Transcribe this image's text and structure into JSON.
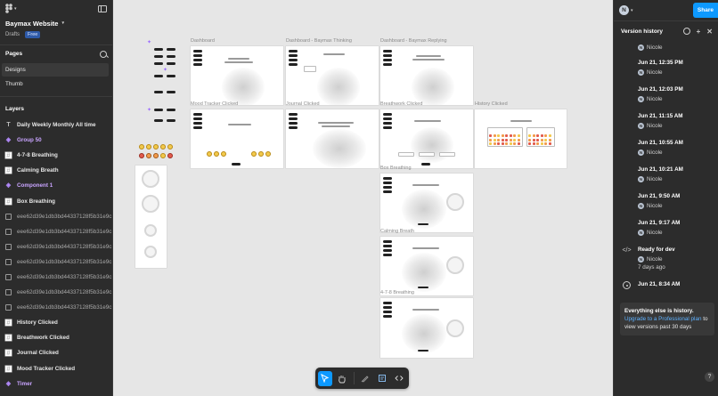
{
  "file": {
    "title": "Baymax Website",
    "location": "Drafts",
    "plan_badge": "Free"
  },
  "pages": {
    "heading": "Pages",
    "items": [
      {
        "label": "Designs",
        "active": true
      },
      {
        "label": "Thumb",
        "active": false
      }
    ]
  },
  "layers": {
    "heading": "Layers",
    "items": [
      {
        "label": "Daily Weekly Monthly All time",
        "kind": "text"
      },
      {
        "label": "Group 50",
        "kind": "component"
      },
      {
        "label": "4-7-8 Breathing",
        "kind": "frame"
      },
      {
        "label": "Calming Breath",
        "kind": "frame"
      },
      {
        "label": "Component 1",
        "kind": "component"
      },
      {
        "label": "Box Breathing",
        "kind": "frame"
      },
      {
        "label": "eee62d39e1db3bd44337128f5b31e9c",
        "kind": "image"
      },
      {
        "label": "eee62d39e1db3bd44337128f5b31e9c",
        "kind": "image"
      },
      {
        "label": "eee62d39e1db3bd44337128f5b31e9c",
        "kind": "image"
      },
      {
        "label": "eee62d39e1db3bd44337128f5b31e9c",
        "kind": "image"
      },
      {
        "label": "eee62d39e1db3bd44337128f5b31e9c",
        "kind": "image"
      },
      {
        "label": "eee62d39e1db3bd44337128f5b31e9c",
        "kind": "image"
      },
      {
        "label": "eee62d39e1db3bd44337128f5b31e9c",
        "kind": "image"
      },
      {
        "label": "History Clicked",
        "kind": "frame"
      },
      {
        "label": "Breathwork Clicked",
        "kind": "frame"
      },
      {
        "label": "Journal Clicked",
        "kind": "frame"
      },
      {
        "label": "Mood Tracker Clicked",
        "kind": "frame"
      },
      {
        "label": "Timer",
        "kind": "component"
      }
    ]
  },
  "canvas": {
    "frame_labels": {
      "dashboard": "Dashboard",
      "dashboard_thinking": "Dashboard - Baymax Thinking",
      "dashboard_replying": "Dashboard - Baymax Replying",
      "mood_tracker": "Mood Tracker Clicked",
      "journal": "Journal Clicked",
      "breathwork": "Breathwork Clicked",
      "history": "History Clicked",
      "box_breathing": "Box Breathing",
      "calming_breath": "Calming Breath",
      "breathing_478": "4-7-8 Breathing"
    }
  },
  "toolbar": {
    "tools": [
      {
        "name": "move-tool",
        "icon": "cursor-icon",
        "active": true
      },
      {
        "name": "hand-tool",
        "icon": "hand-icon",
        "active": false
      },
      {
        "name": "draw-tool",
        "icon": "pencil-icon",
        "active": false
      },
      {
        "name": "annotate-tool",
        "icon": "annotate-icon",
        "active": false
      },
      {
        "name": "dev-mode-tool",
        "icon": "code-icon",
        "active": false
      }
    ]
  },
  "header": {
    "user_initial": "N",
    "share_label": "Share"
  },
  "version_history": {
    "title": "Version history",
    "entries": [
      {
        "date": "",
        "user": "Nicole",
        "marker": ""
      },
      {
        "date": "Jun 21, 12:35 PM",
        "user": "Nicole",
        "marker": ""
      },
      {
        "date": "Jun 21, 12:03 PM",
        "user": "Nicole",
        "marker": ""
      },
      {
        "date": "Jun 21, 11:15 AM",
        "user": "Nicole",
        "marker": ""
      },
      {
        "date": "Jun 21, 10:55 AM",
        "user": "Nicole",
        "marker": ""
      },
      {
        "date": "Jun 21, 10:21 AM",
        "user": "Nicole",
        "marker": ""
      },
      {
        "date": "Jun 21, 9:50 AM",
        "user": "Nicole",
        "marker": ""
      },
      {
        "date": "Jun 21, 9:17 AM",
        "user": "Nicole",
        "marker": ""
      },
      {
        "date": "Ready for dev",
        "user": "Nicole",
        "ago": "7 days ago",
        "marker": "code"
      },
      {
        "date": "Jun 21, 8:34 AM",
        "user": "",
        "marker": "clock"
      }
    ],
    "notice": {
      "headline": "Everything else is history.",
      "link_text": "Upgrade to a Professional plan",
      "rest": " to view versions past 30 days"
    }
  },
  "help_label": "?"
}
